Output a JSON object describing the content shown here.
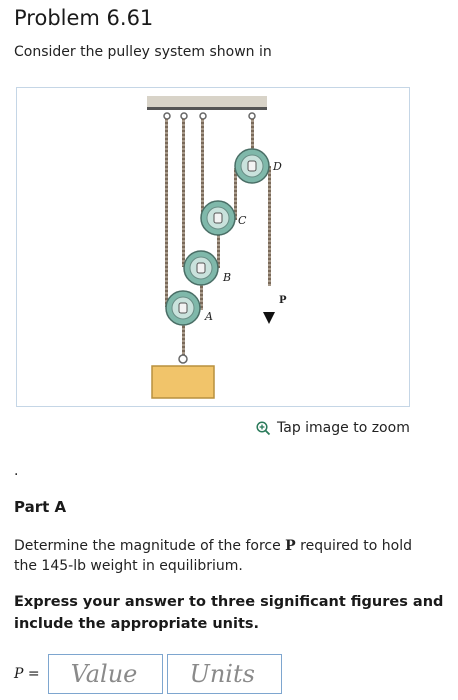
{
  "problem": {
    "title": "Problem 6.61",
    "intro": "Consider the pulley system shown in"
  },
  "figure": {
    "labels": {
      "D": "D",
      "C": "C",
      "B": "B",
      "A": "A",
      "P": "P"
    }
  },
  "zoom": {
    "label": "Tap image to zoom",
    "icon": "zoom-in-icon"
  },
  "separator": "·",
  "part": {
    "title": "Part A",
    "question_pre": "Determine the magnitude of the force ",
    "question_symbol": "P",
    "question_post": " required to hold the 145-lb weight in equilibrium.",
    "instructions": "Express your answer to three significant figures and include the appropriate units."
  },
  "answer": {
    "label": "P =",
    "value_placeholder": "Value",
    "units_placeholder": "Units"
  }
}
